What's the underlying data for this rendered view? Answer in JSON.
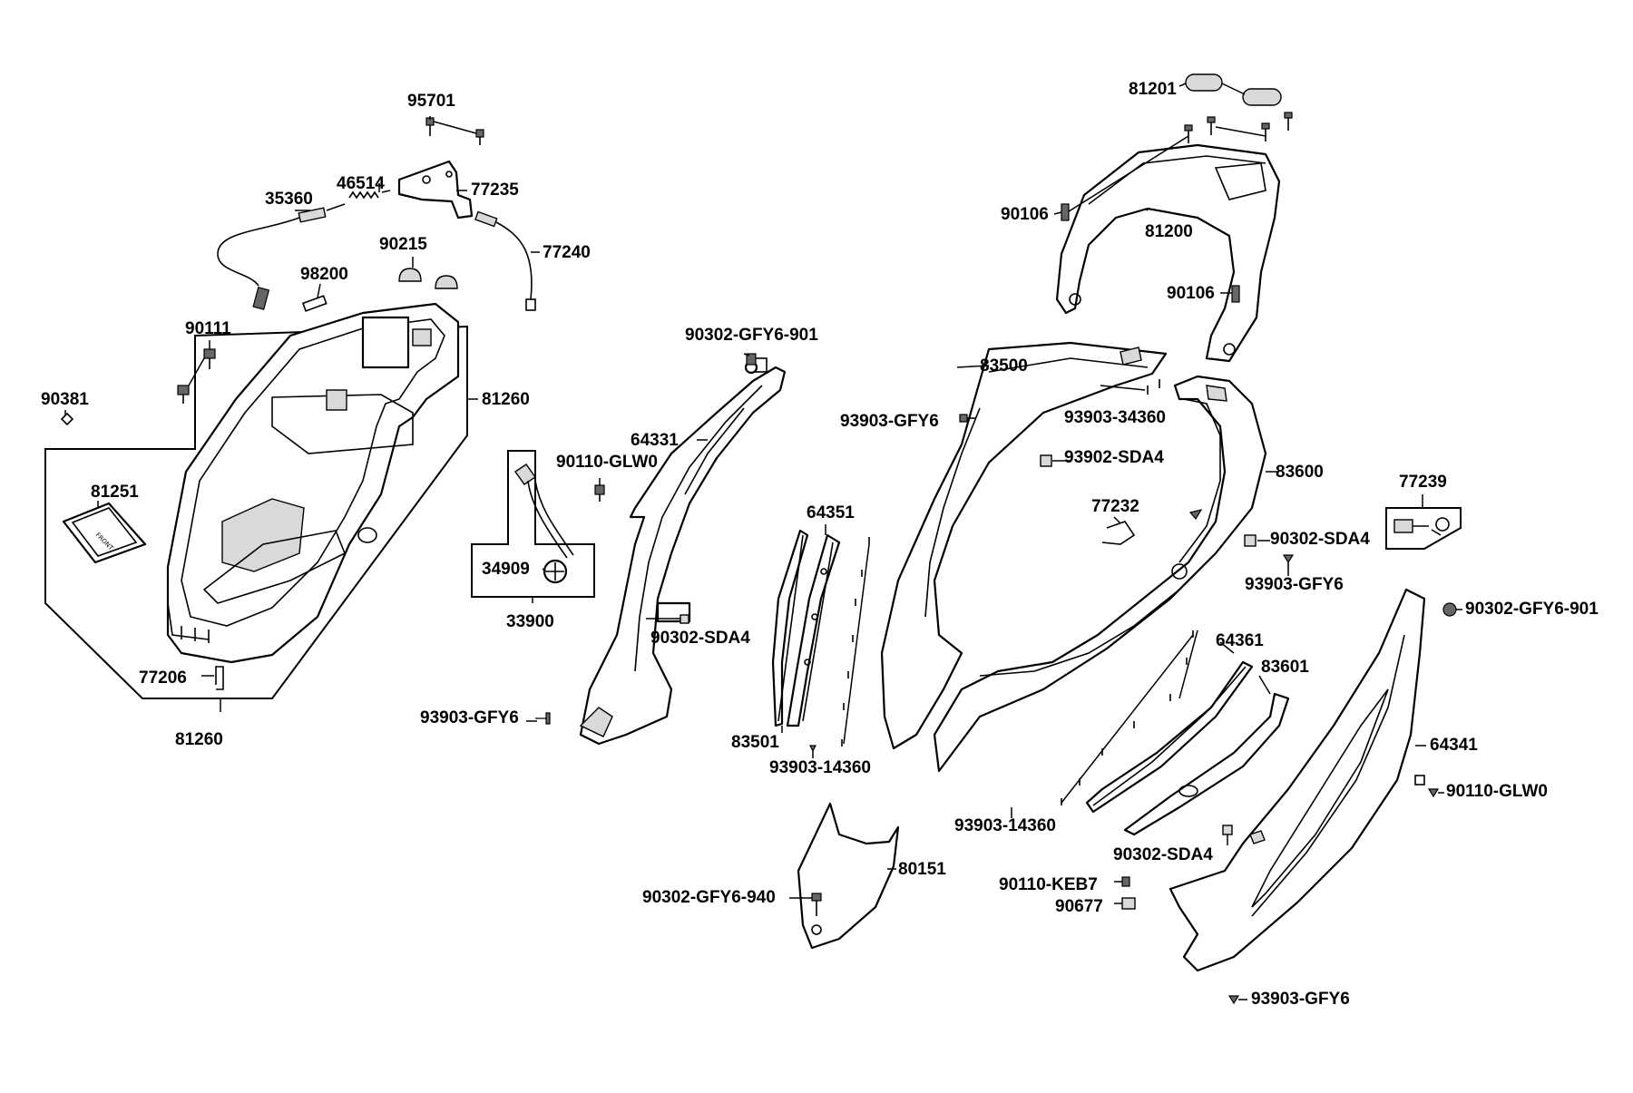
{
  "labels": {
    "p95701": "95701",
    "p46514": "46514",
    "p35360": "35360",
    "p77235": "77235",
    "p90215": "90215",
    "p77240": "77240",
    "p98200": "98200",
    "p90111": "90111",
    "p81260a": "81260",
    "p90381": "90381",
    "p81251": "81251",
    "p77206": "77206",
    "p81260b": "81260",
    "p90302_gfy6_901a": "90302-GFY6-901",
    "p64331": "64331",
    "p90110_glw0a": "90110-GLW0",
    "p34909": "34909",
    "p33900": "33900",
    "p90302_sda4a": "90302-SDA4",
    "p93903_gfy6a": "93903-GFY6",
    "p64351": "64351",
    "p83501": "83501",
    "p93903_14360a": "93903-14360",
    "p83500": "83500",
    "p93903_gfy6b": "93903-GFY6",
    "p93903_34360": "93903-34360",
    "p93902_sda4": "93902-SDA4",
    "p83600": "83600",
    "p77232": "77232",
    "p90302_sda4b": "90302-SDA4",
    "p93903_gfy6c": "93903-GFY6",
    "p77239": "77239",
    "p81201": "81201",
    "p90106a": "90106",
    "p81200": "81200",
    "p90106b": "90106",
    "p90302_gfy6_901b": "90302-GFY6-901",
    "p64361": "64361",
    "p83601": "83601",
    "p64341": "64341",
    "p90110_glw0b": "90110-GLW0",
    "p93903_14360b": "93903-14360",
    "p90302_sda4c": "90302-SDA4",
    "p90110_keb7": "90110-KEB7",
    "p90677": "90677",
    "p93903_gfy6d": "93903-GFY6",
    "p90302_gfy6_940": "90302-GFY6-940",
    "p80151": "80151"
  }
}
